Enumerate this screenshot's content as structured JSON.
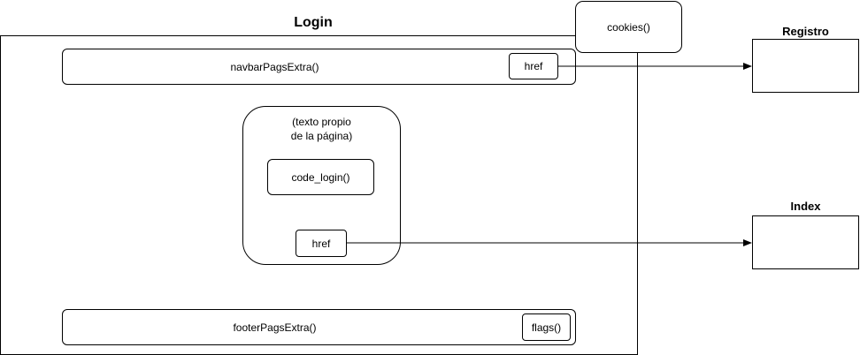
{
  "diagram": {
    "login": {
      "title": "Login",
      "navbar_label": "navbarPagsExtra()",
      "navbar_link_label": "href",
      "content_label": "(texto propio\nde la página)",
      "code_label": "code_login()",
      "content_link_label": "href",
      "footer_label": "footerPagsExtra()",
      "flags_label": "flags()"
    },
    "cookies_label": "cookies()",
    "registro_title": "Registro",
    "index_title": "Index"
  }
}
